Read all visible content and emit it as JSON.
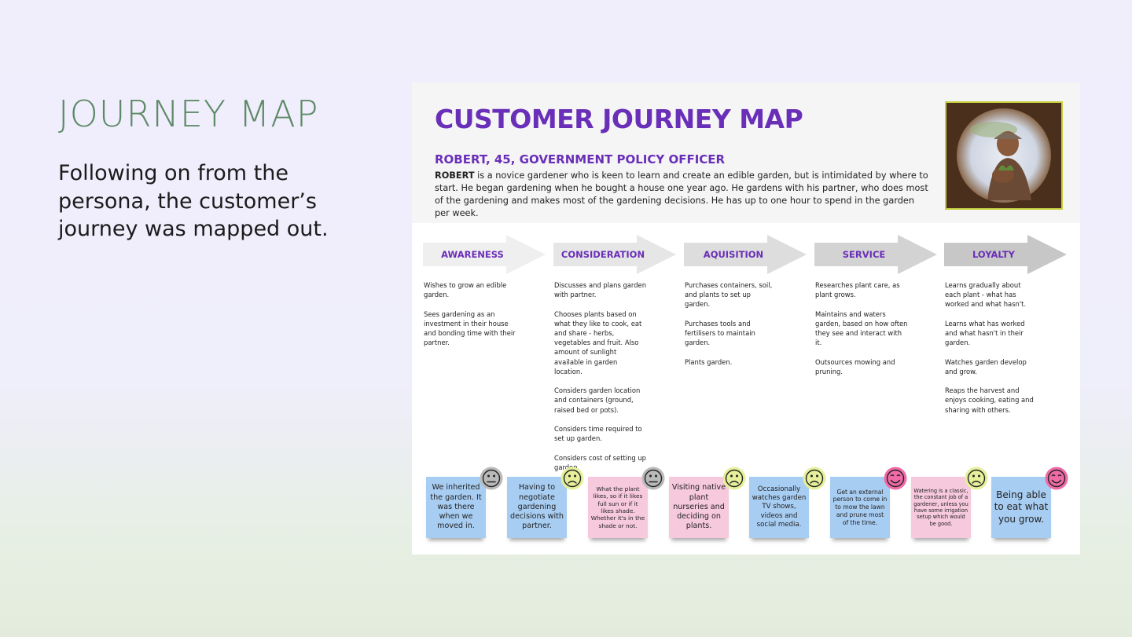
{
  "slide": {
    "title": "JOURNEY MAP",
    "body": "Following on from the persona, the customer’s journey was mapped out."
  },
  "board": {
    "title": "CUSTOMER JOURNEY MAP",
    "persona_name": "ROBERT, 45, GOVERNMENT POLICY OFFICER",
    "persona_lead": "ROBERT",
    "persona_desc": " is a novice gardener who is keen to learn and create an edible garden, but is intimidated by where to start. He began gardening when he bought a house one year ago. He gardens with his partner, who does most of the gardening and makes most of the gardening decisions. He has up to one hour to spend in the garden per week.",
    "stages": [
      {
        "label": "AWARENESS",
        "arrow_color": "#efefef",
        "items": [
          "Wishes to grow an edible garden.",
          "Sees gardening as an investment in their house and bonding time with their partner."
        ]
      },
      {
        "label": "CONSIDERATION",
        "arrow_color": "#e6e6e6",
        "items": [
          "Discusses and plans garden with partner.",
          "Chooses plants based on what they like to cook, eat and share - herbs, vegetables and fruit. Also amount of sunlight available in garden location.",
          "Considers garden location and containers (ground, raised bed or pots).",
          "Considers time required to set up garden.",
          "Considers cost of setting up garden."
        ]
      },
      {
        "label": "AQUISITION",
        "arrow_color": "#dddddd",
        "items": [
          "Purchases containers, soil, and plants to set up garden.",
          "Purchases tools and fertilisers to maintain garden.",
          "Plants garden."
        ]
      },
      {
        "label": "SERVICE",
        "arrow_color": "#d3d3d3",
        "items": [
          "Researches plant care, as plant grows.",
          "Maintains and waters garden, based on how often they see and interact with it.",
          "Outsources mowing and pruning."
        ]
      },
      {
        "label": "LOYALTY",
        "arrow_color": "#c7c7c7",
        "items": [
          "Learns gradually about each plant - what has worked and what hasn't.",
          "Learns what has worked and what hasn't in their garden.",
          "Watches garden develop and grow.",
          "Reaps the harvest and enjoys cooking, eating and sharing with others."
        ]
      }
    ],
    "notes": [
      {
        "text": "We inherited the garden. It was there when we moved in.",
        "color": "blue",
        "face": "neutral"
      },
      {
        "text": "Having to negotiate gardening decisions with partner.",
        "color": "blue",
        "face": "sad"
      },
      {
        "text": "What the plant likes, so if it likes full sun or if it likes shade. Whether it's in the shade or not.",
        "color": "pink",
        "face": "neutral"
      },
      {
        "text": "Visiting native plant nurseries and deciding on plants.",
        "color": "pink",
        "face": "sad"
      },
      {
        "text": "Occasionally watches garden TV shows, videos and social media.",
        "color": "blue",
        "face": "sad"
      },
      {
        "text": "Get an external person to come in to mow the lawn and prune most of the time.",
        "color": "blue",
        "face": "happy"
      },
      {
        "text": "Watering is a classic, the constant job of a gardener, unless you have some irrigation setup which would be good.",
        "color": "pink",
        "face": "sad"
      },
      {
        "text": "Being able to eat what you grow.",
        "color": "blue",
        "face": "happy"
      }
    ],
    "face_colors": {
      "neutral": "#b9b9b9",
      "sad": "#e6ef9a",
      "happy": "#ef6aa6"
    }
  }
}
